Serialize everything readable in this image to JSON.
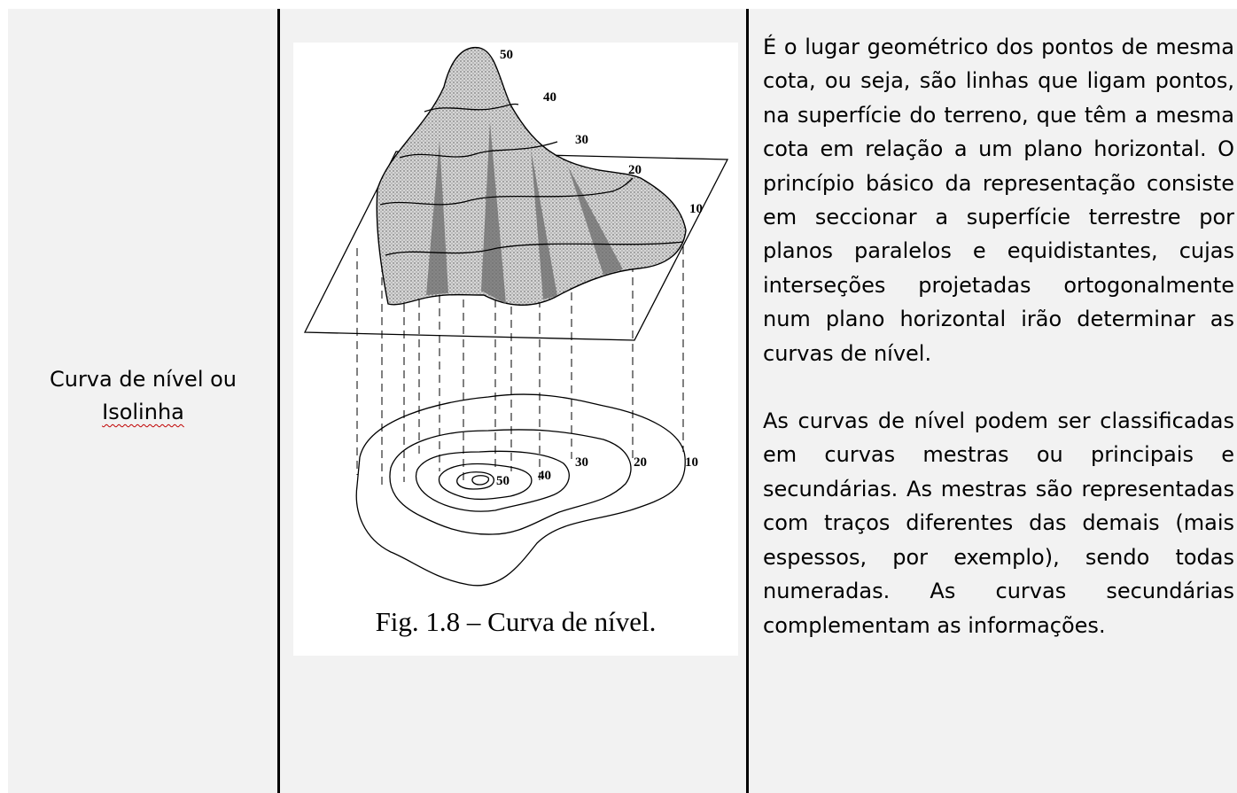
{
  "term": {
    "line1": "Curva de nível ou",
    "line2": "Isolinha"
  },
  "figure": {
    "caption": "Fig. 1.8 – Curva de nível.",
    "top_labels": [
      "50",
      "40",
      "30",
      "20",
      "10"
    ],
    "bottom_labels": [
      "50",
      "40",
      "30",
      "20",
      "10"
    ]
  },
  "description": {
    "paragraph1": "É o lugar geométrico dos pontos de mesma cota, ou seja, são linhas que ligam pontos, na superfície do terreno, que têm a mesma cota em relação a um plano horizontal. O princípio básico da representação consiste em seccionar a superfície terrestre por planos paralelos e equidistantes, cujas interseções projetadas ortogonalmente num plano horizontal irão determinar as curvas de nível.",
    "paragraph2": "As curvas de nível podem ser classificadas em curvas mestras ou principais e secundárias. As mestras são representadas com traços diferentes das demais (mais espessos, por exemplo), sendo todas numeradas. As curvas secundárias complementam as informações."
  }
}
